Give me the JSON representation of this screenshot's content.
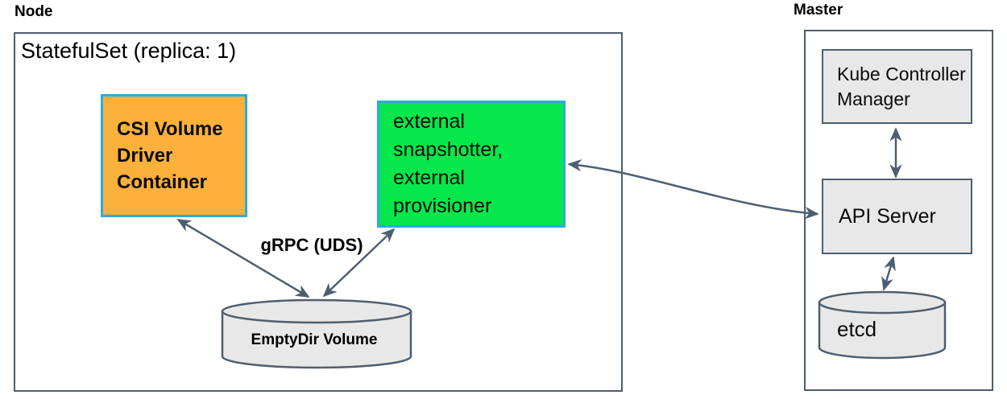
{
  "colors": {
    "slate": "#4e5e70",
    "gray_fill": "#e8e8e8",
    "orange": "#fbb03c",
    "cyan_border": "#29abe2",
    "green": "#05e74a",
    "text": "#0a0a0a",
    "bg": "#ffffff"
  },
  "node": {
    "label": "Node",
    "statefulset_title": "StatefulSet (replica: 1)",
    "csi_driver_box": "CSI Volume Driver Container",
    "sidecar_box": "external snapshotter, external provisioner",
    "grpc_label": "gRPC (UDS)",
    "emptydir_label": "EmptyDir Volume"
  },
  "master": {
    "label": "Master",
    "kcm_box": "Kube Controller Manager",
    "api_server_box": "API Server",
    "etcd_label": "etcd"
  }
}
